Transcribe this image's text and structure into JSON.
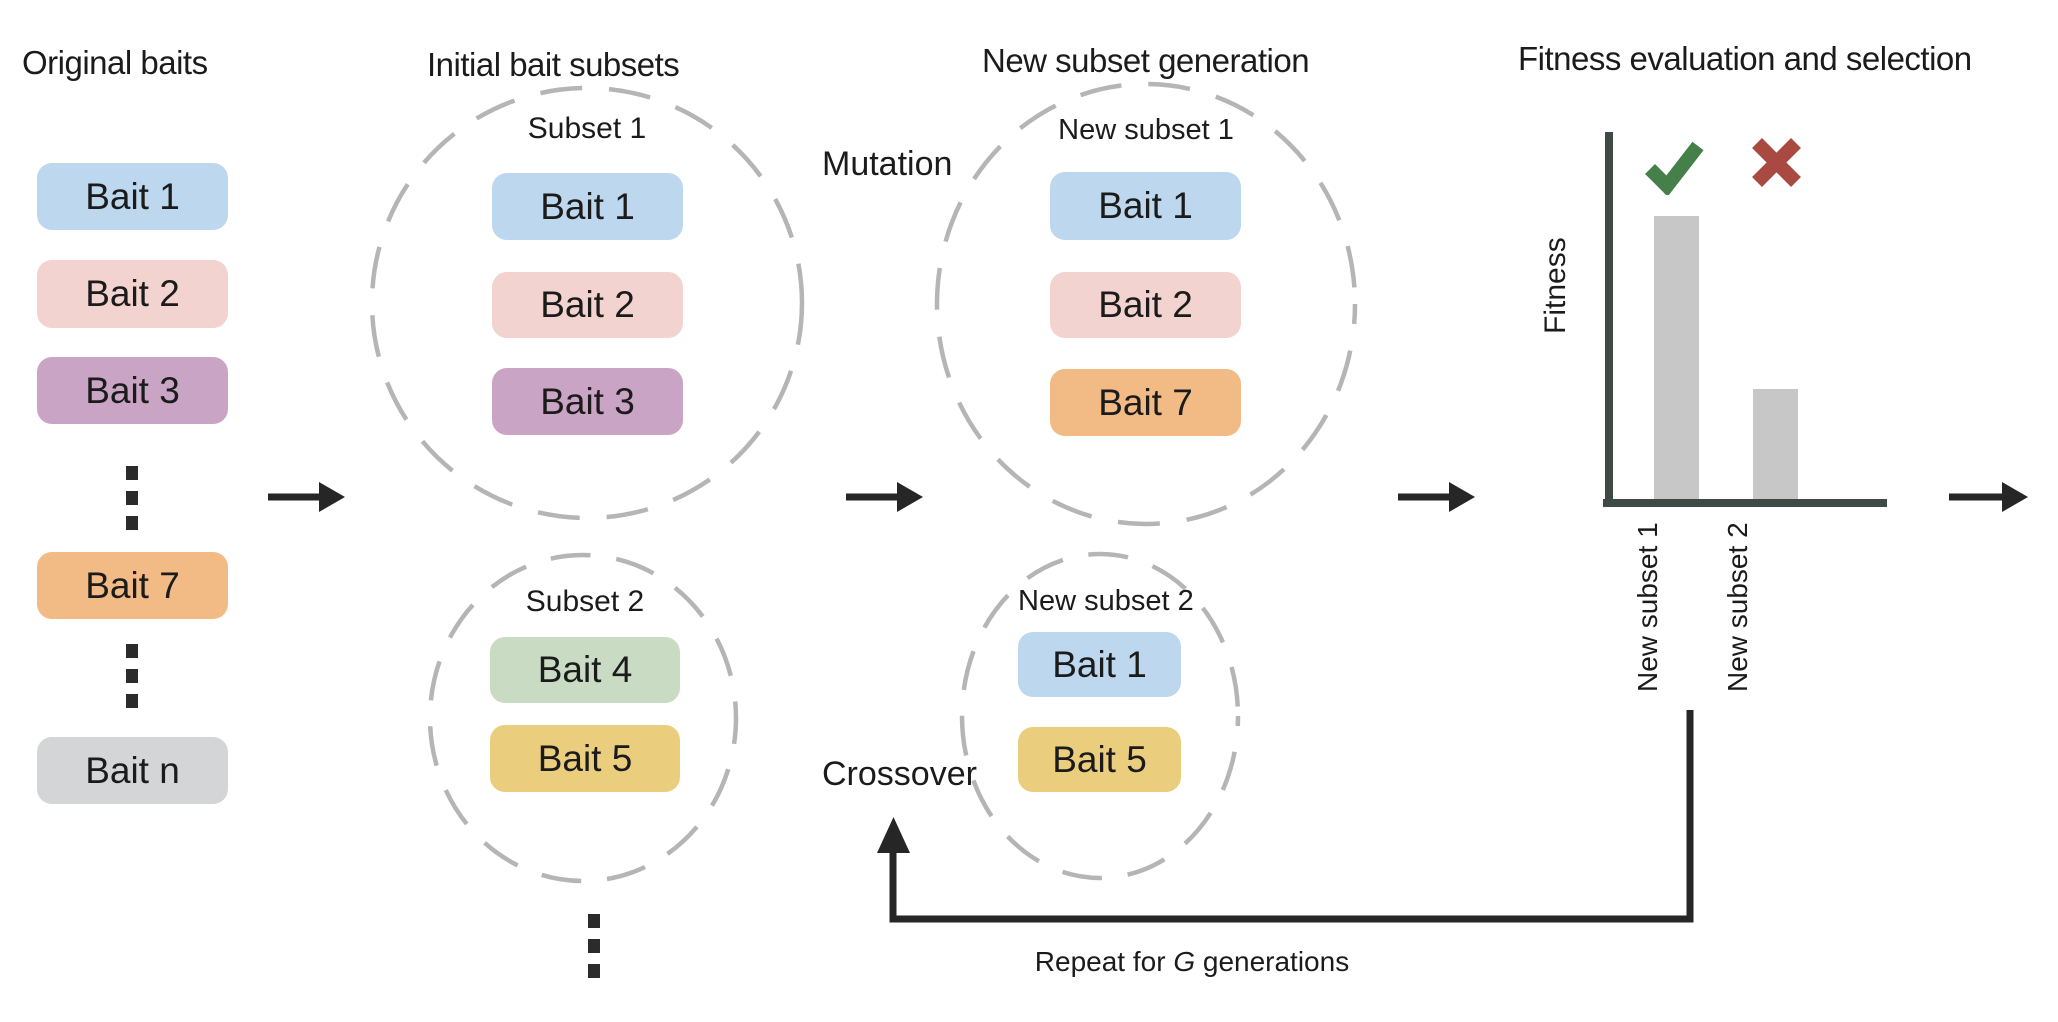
{
  "titles": {
    "col1": "Original baits",
    "col2": "Initial bait subsets",
    "col3": "New subset generation",
    "col4": "Fitness evaluation and selection"
  },
  "palette": {
    "bait_blue": "#bdd7ee",
    "bait_pink": "#f3d3cf",
    "bait_mauve": "#c9a4c5",
    "bait_green": "#c9dcc3",
    "bait_yellow": "#ebce7d",
    "bait_orange": "#f2ba84",
    "bait_gray": "#d3d5d6",
    "dashed_circle": "#b5b5b5",
    "arrow": "#262626",
    "dots": "#2b2b2b",
    "text": "#1b1b1b"
  },
  "original": {
    "items": [
      {
        "label": "Bait 1",
        "color": "#bdd7ee"
      },
      {
        "label": "Bait 2",
        "color": "#f3d3cf"
      },
      {
        "label": "Bait 3",
        "color": "#c9a4c5"
      },
      {
        "label": "Bait 7",
        "color": "#f2ba84"
      },
      {
        "label": "Bait n",
        "color": "#d3d5d6"
      }
    ]
  },
  "subset1": {
    "label": "Subset 1",
    "items": [
      {
        "label": "Bait 1",
        "color": "#bdd7ee"
      },
      {
        "label": "Bait 2",
        "color": "#f3d3cf"
      },
      {
        "label": "Bait 3",
        "color": "#c9a4c5"
      }
    ]
  },
  "subset2": {
    "label": "Subset 2",
    "items": [
      {
        "label": "Bait 4",
        "color": "#c9dcc3"
      },
      {
        "label": "Bait 5",
        "color": "#ebce7d"
      }
    ]
  },
  "new_subset1": {
    "label": "New subset 1",
    "items": [
      {
        "label": "Bait 1",
        "color": "#bdd7ee"
      },
      {
        "label": "Bait 2",
        "color": "#f3d3cf"
      },
      {
        "label": "Bait 7",
        "color": "#f2ba84"
      }
    ]
  },
  "new_subset2": {
    "label": "New subset 2",
    "items": [
      {
        "label": "Bait 1",
        "color": "#bdd7ee"
      },
      {
        "label": "Bait 5",
        "color": "#ebce7d"
      }
    ]
  },
  "operators": {
    "mutation": "Mutation",
    "crossover": "Crossover"
  },
  "loop_caption": {
    "prefix": "Repeat for ",
    "emphasis": "G",
    "suffix": " generations"
  },
  "icons": {
    "check": "check-mark",
    "cross": "cross-mark",
    "vertical_ellipsis": "three-square-dots"
  },
  "chart_data": {
    "type": "bar",
    "title": "Fitness evaluation and selection",
    "ylabel": "Fitness",
    "xlabel": "",
    "categories": [
      "New subset 1",
      "New subset 2"
    ],
    "values": [
      0.77,
      0.3
    ],
    "ylim": [
      0,
      1
    ],
    "grid": false,
    "note": "y-axis has no tick labels; bar heights are relative fitness",
    "bar_color": "#c7c7c7",
    "axis_color": "#3e4a44",
    "annotations": [
      {
        "category": "New subset 1",
        "mark": "check",
        "meaning": "selected",
        "color": "#45804a"
      },
      {
        "category": "New subset 2",
        "mark": "cross",
        "meaning": "rejected",
        "color": "#a84a42"
      }
    ]
  }
}
